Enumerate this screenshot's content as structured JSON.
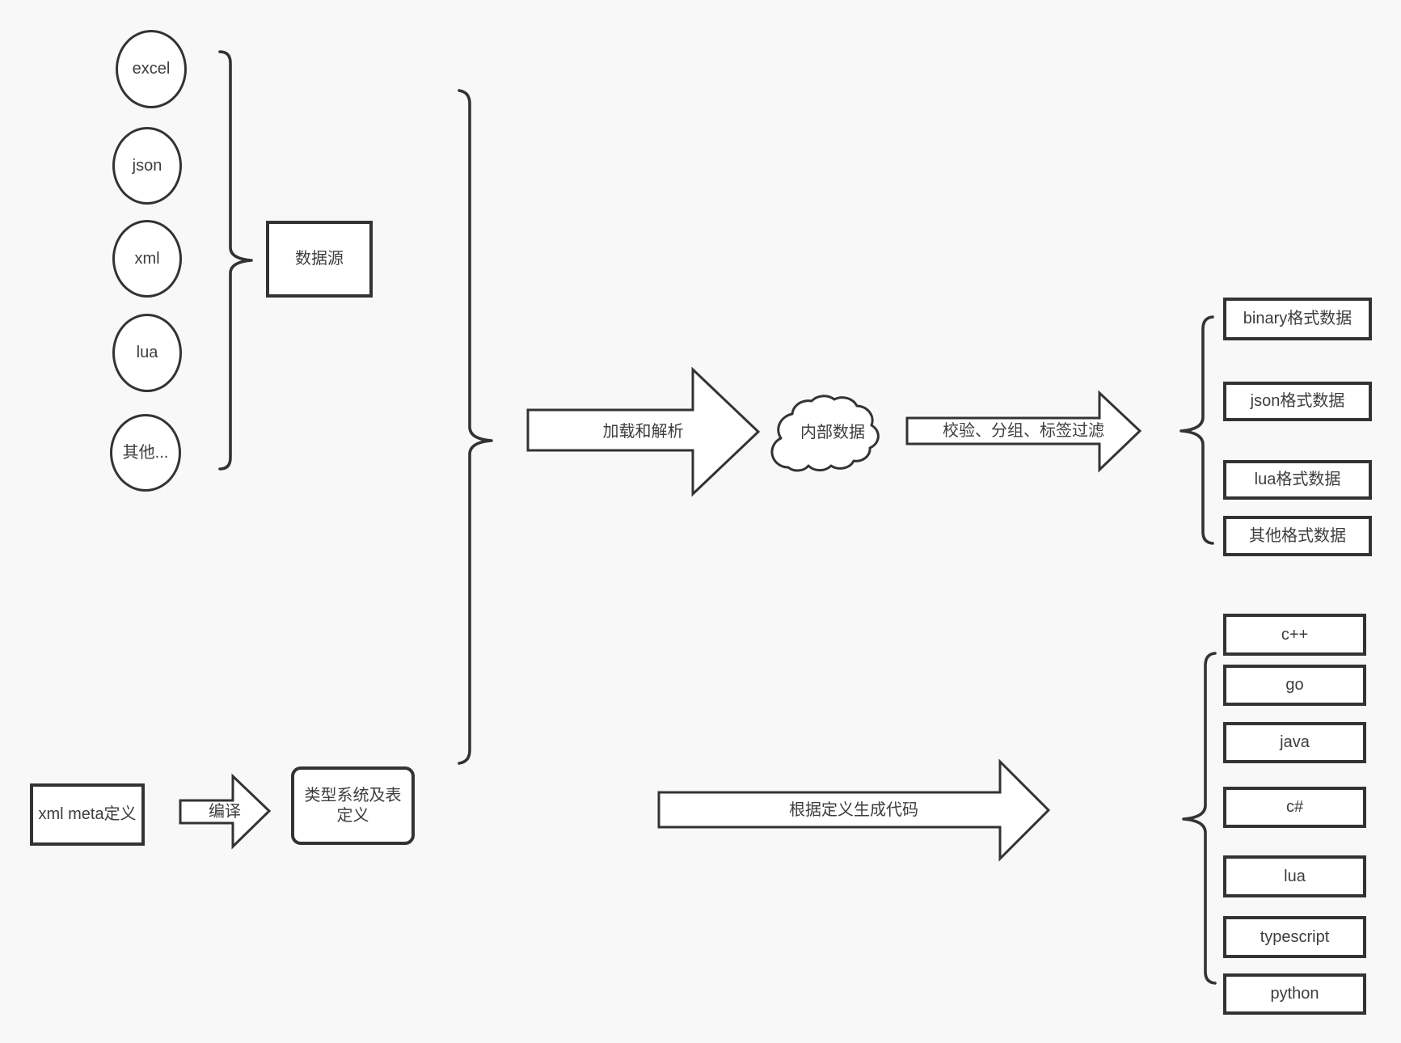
{
  "sources": {
    "items": [
      "excel",
      "json",
      "xml",
      "lua",
      "其他..."
    ],
    "group_label": "数据源"
  },
  "pipeline": {
    "load_label": "加载和解析",
    "cloud_label": "内部数据",
    "filter_label": "校验、分组、标签过滤"
  },
  "outputs": {
    "items": [
      "binary格式数据",
      "json格式数据",
      "lua格式数据",
      "其他格式数据"
    ]
  },
  "definitions": {
    "xml_meta_label": "xml meta定义",
    "compile_label": "编译",
    "type_system_label": "类型系统及表定义",
    "codegen_label": "根据定义生成代码"
  },
  "languages": {
    "items": [
      "c++",
      "go",
      "java",
      "c#",
      "lua",
      "typescript",
      "python"
    ]
  },
  "colors": {
    "background": "#f8f8f8",
    "stroke": "#333333",
    "text": "#3d3d3d",
    "fill": "#ffffff"
  }
}
